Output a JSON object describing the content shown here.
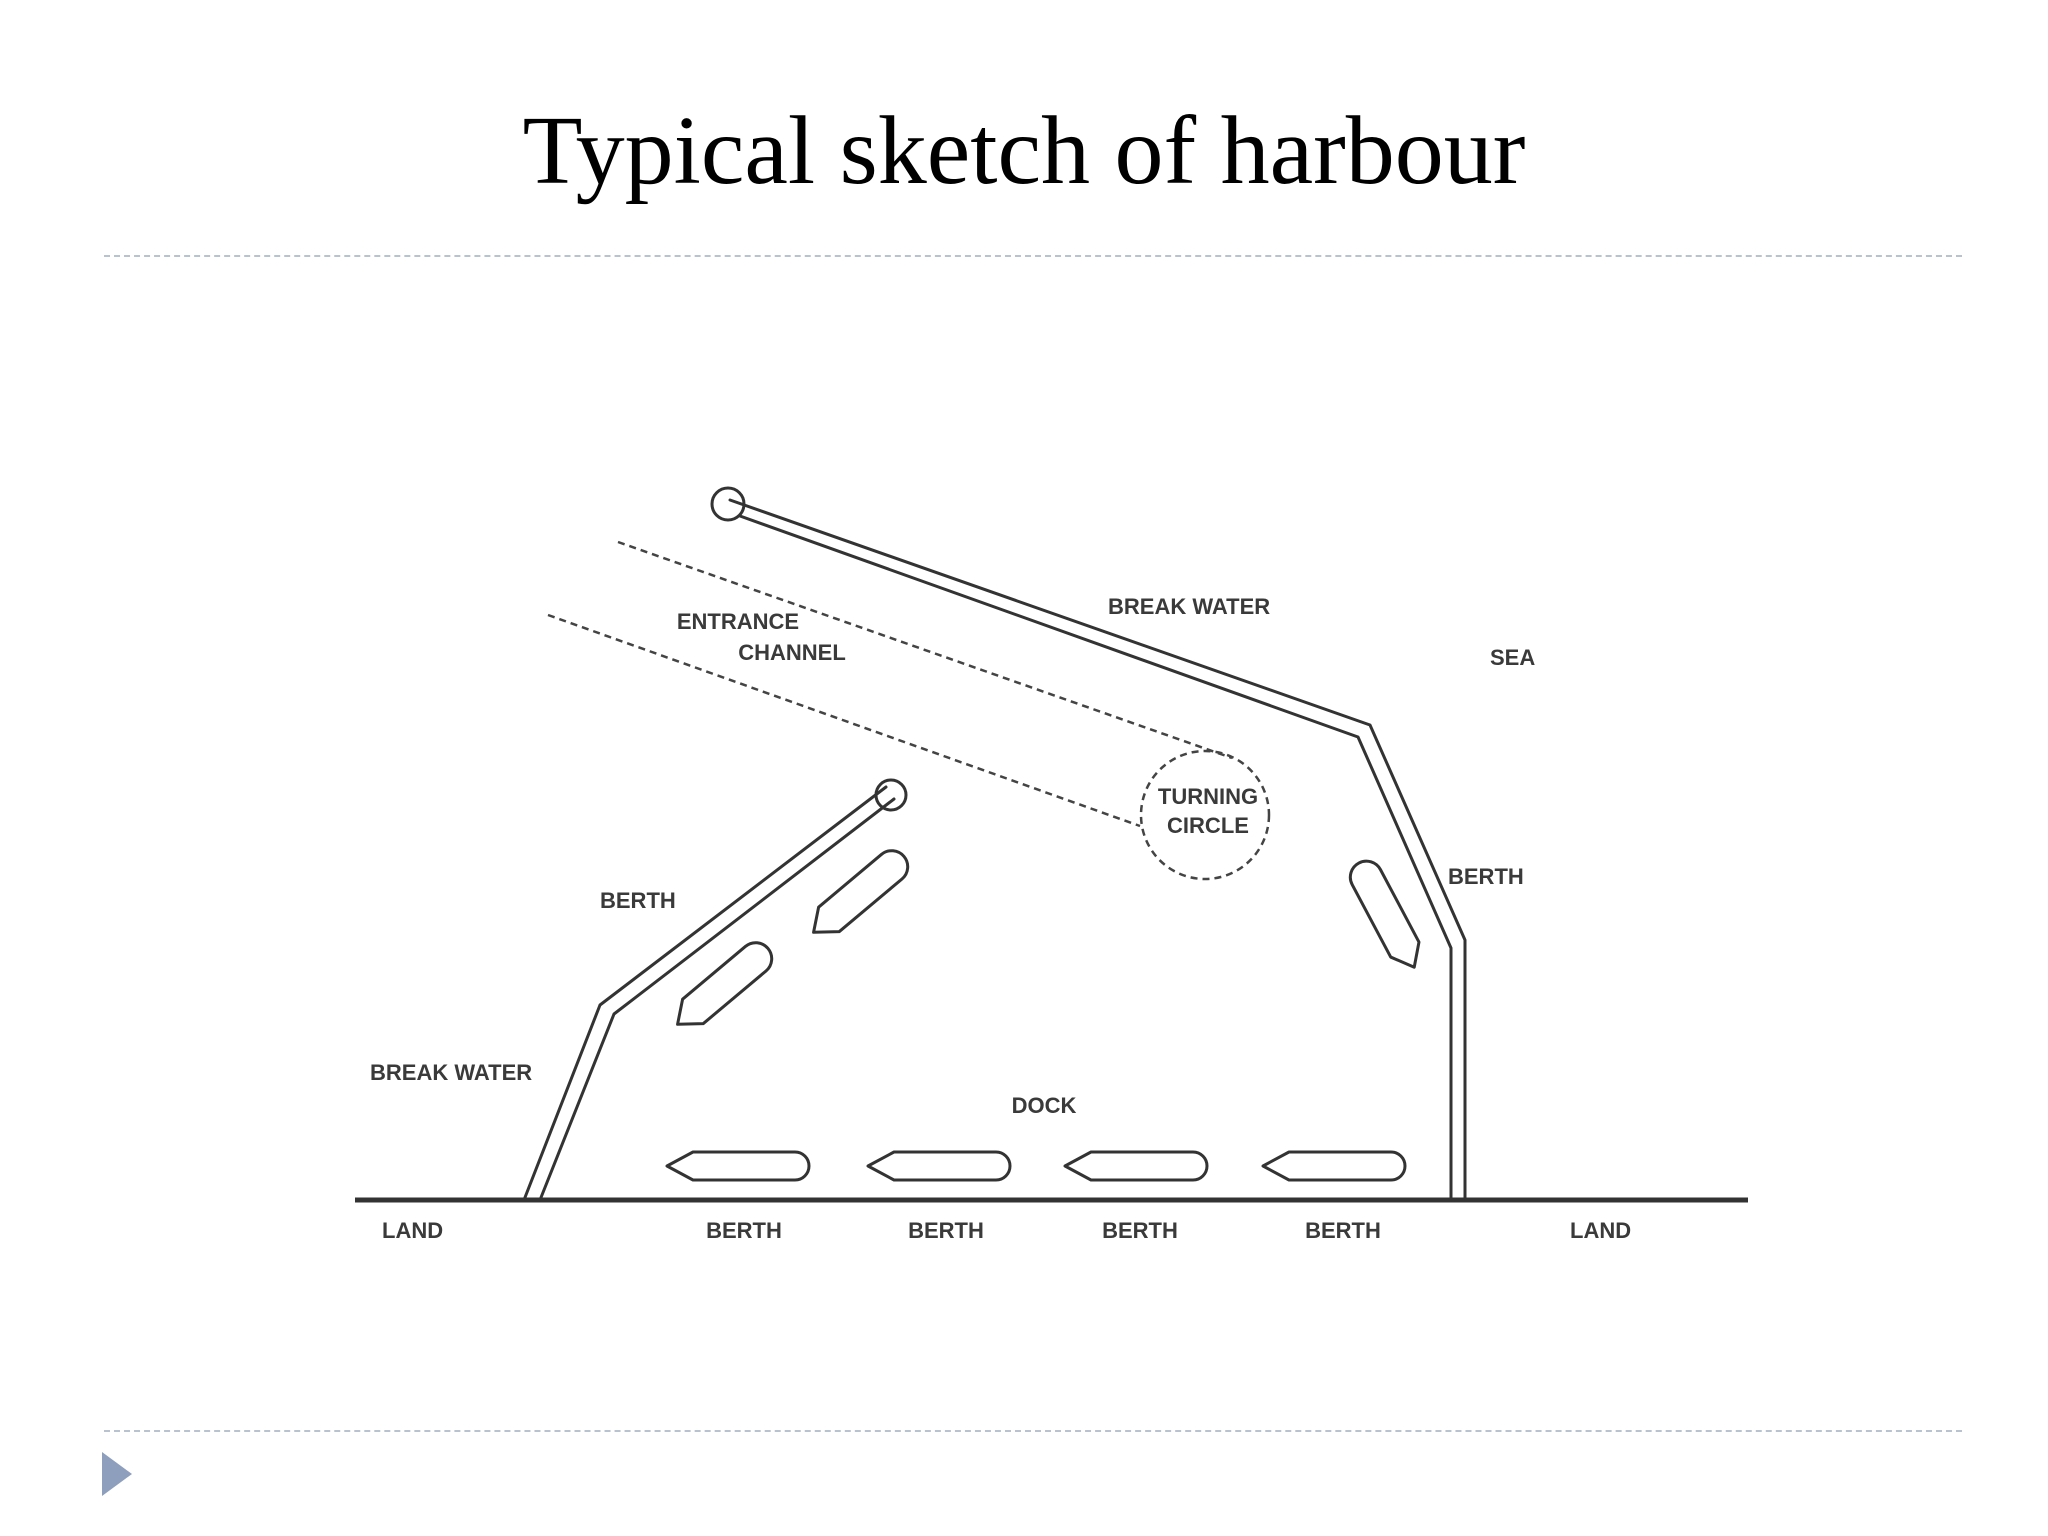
{
  "slide": {
    "title": "Typical sketch of harbour"
  },
  "diagram": {
    "labels": {
      "break_water_top": "BREAK WATER",
      "break_water_left": "BREAK WATER",
      "sea": "SEA",
      "entrance_channel_line1": "ENTRANCE",
      "entrance_channel_line2": "CHANNEL",
      "turning_circle_line1": "TURNING",
      "turning_circle_line2": "CIRCLE",
      "berth_left": "BERTH",
      "berth_right": "BERTH",
      "dock": "DOCK",
      "land_left": "LAND",
      "land_right": "LAND",
      "bottom_berths": [
        "BERTH",
        "BERTH",
        "BERTH",
        "BERTH"
      ]
    }
  },
  "colors": {
    "rule": "#b9c3d0",
    "nav_arrow": "#8e9fbd",
    "ink": "#333333"
  },
  "icons": {
    "nav": "play-triangle-icon"
  }
}
